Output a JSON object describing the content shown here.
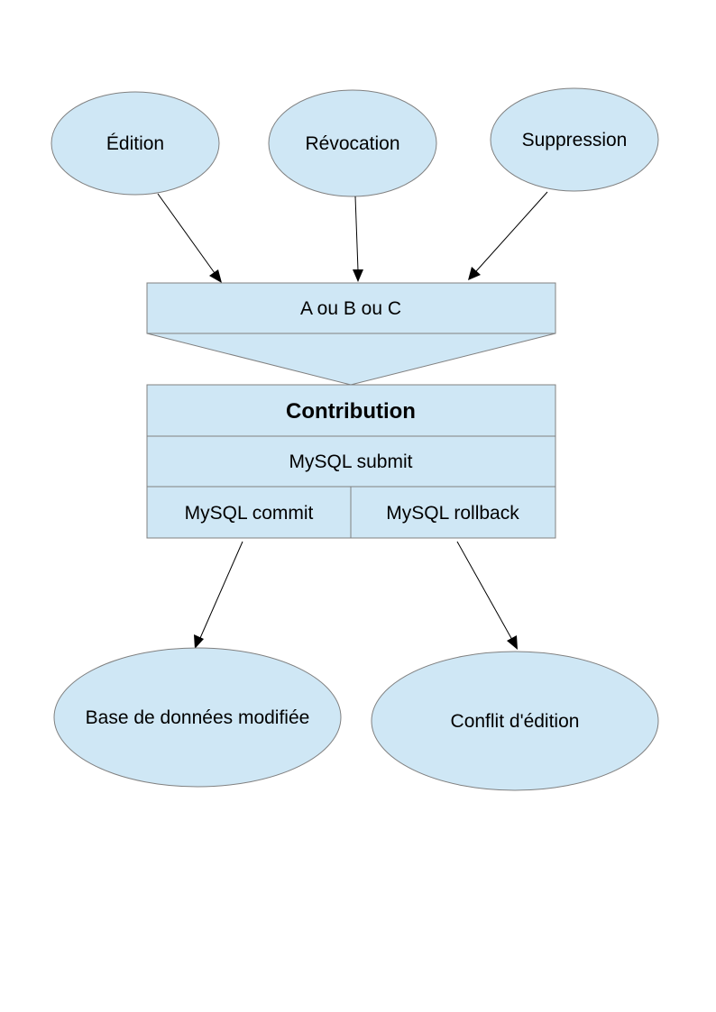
{
  "sources": {
    "edition": "Édition",
    "revocation": "Révocation",
    "suppression": "Suppression"
  },
  "selector": {
    "label": "A ou B ou C"
  },
  "contribution": {
    "title": "Contribution",
    "submit": "MySQL submit",
    "commit": "MySQL commit",
    "rollback": "MySQL rollback"
  },
  "outcomes": {
    "database_modified": "Base de données modifiée",
    "edit_conflict": "Conflit d'édition"
  },
  "colors": {
    "shape_fill": "#cfe7f5",
    "shape_stroke": "#808080",
    "arrow": "#000000"
  }
}
